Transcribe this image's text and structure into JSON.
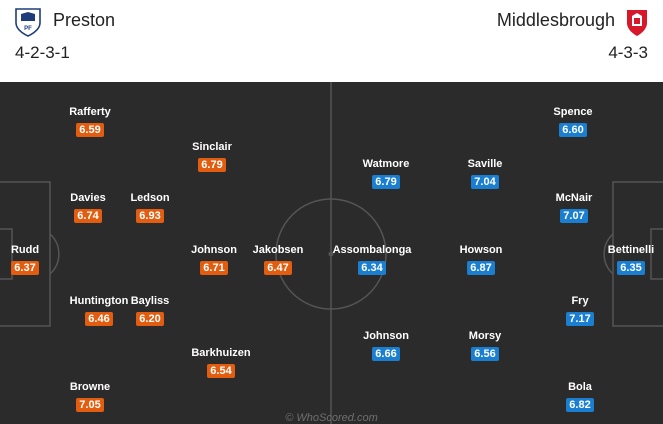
{
  "home": {
    "name": "Preston",
    "formation": "4-2-3-1",
    "crest": "preston-crest",
    "rating_color": "#e25d0f",
    "players": [
      {
        "name": "Rafferty",
        "rating": "6.59"
      },
      {
        "name": "Sinclair",
        "rating": "6.79"
      },
      {
        "name": "Davies",
        "rating": "6.74"
      },
      {
        "name": "Ledson",
        "rating": "6.93"
      },
      {
        "name": "Rudd",
        "rating": "6.37"
      },
      {
        "name": "Johnson",
        "rating": "6.71"
      },
      {
        "name": "Jakobsen",
        "rating": "6.47"
      },
      {
        "name": "Huntington",
        "rating": "6.46"
      },
      {
        "name": "Bayliss",
        "rating": "6.20"
      },
      {
        "name": "Barkhuizen",
        "rating": "6.54"
      },
      {
        "name": "Browne",
        "rating": "7.05"
      }
    ]
  },
  "away": {
    "name": "Middlesbrough",
    "formation": "4-3-3",
    "crest": "middlesbrough-crest",
    "rating_color": "#1a7fd1",
    "players": [
      {
        "name": "Spence",
        "rating": "6.60"
      },
      {
        "name": "Watmore",
        "rating": "6.79"
      },
      {
        "name": "Saville",
        "rating": "7.04"
      },
      {
        "name": "McNair",
        "rating": "7.07"
      },
      {
        "name": "Assombalonga",
        "rating": "6.34"
      },
      {
        "name": "Howson",
        "rating": "6.87"
      },
      {
        "name": "Bettinelli",
        "rating": "6.35"
      },
      {
        "name": "Fry",
        "rating": "7.17"
      },
      {
        "name": "Johnson",
        "rating": "6.66"
      },
      {
        "name": "Morsy",
        "rating": "6.56"
      },
      {
        "name": "Bola",
        "rating": "6.82"
      }
    ]
  },
  "watermark": "© WhoScored.com",
  "pitch_color": "#2b2b2b"
}
